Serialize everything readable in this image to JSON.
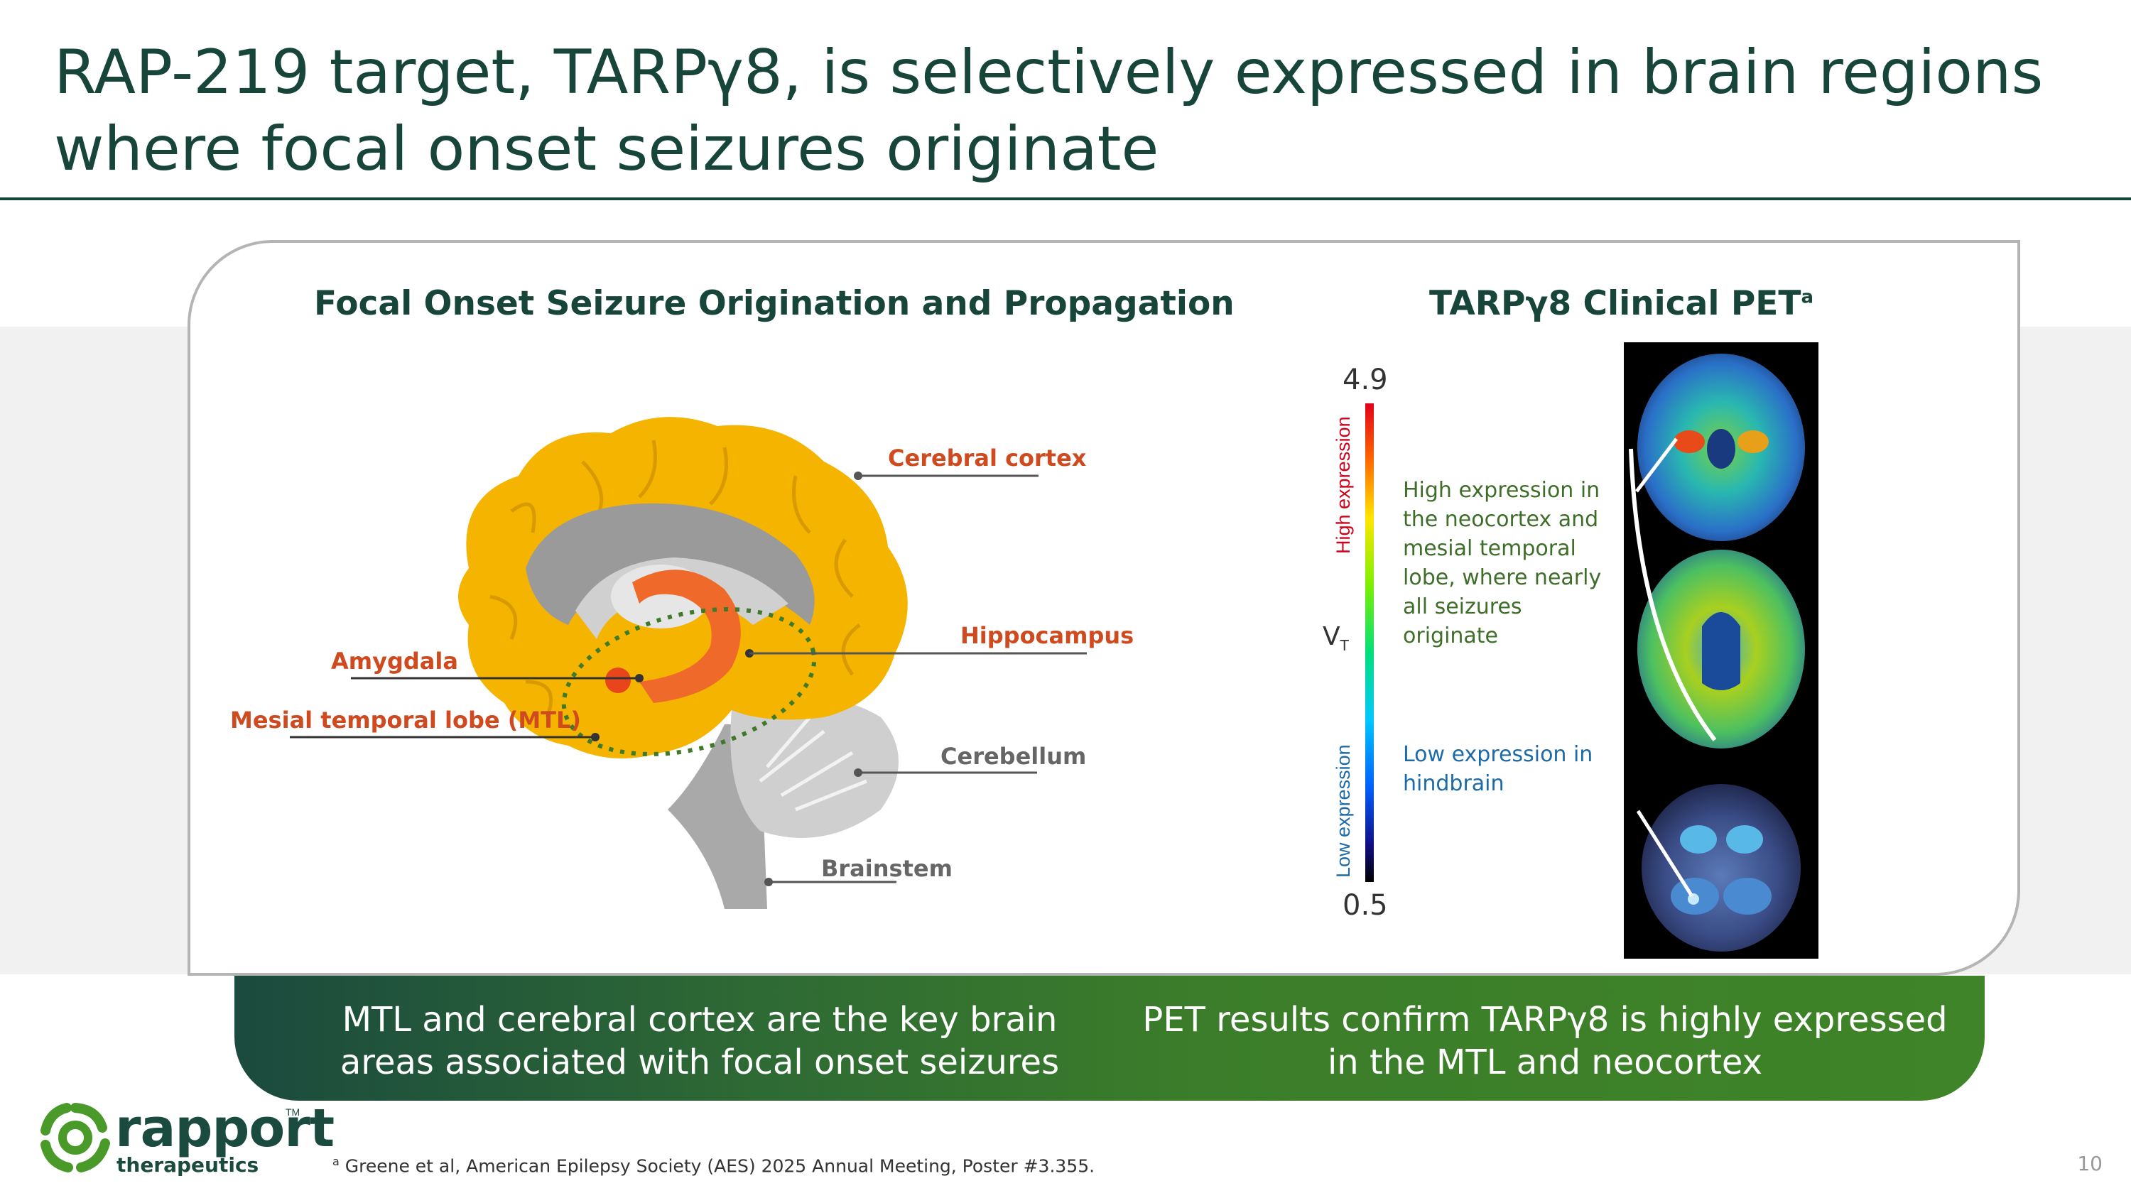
{
  "title": "RAP-219 target, TARPγ8, is selectively expressed in brain regions where focal onset seizures originate",
  "left_section": {
    "heading": "Focal Onset Seizure Origination and Propagation",
    "labels": {
      "cerebral_cortex": "Cerebral cortex",
      "hippocampus": "Hippocampus",
      "amygdala": "Amygdala",
      "mtl": "Mesial temporal lobe (MTL)",
      "cerebellum": "Cerebellum",
      "brainstem": "Brainstem"
    }
  },
  "right_section": {
    "heading": "TARPγ8 Clinical PET",
    "heading_sup": "a",
    "scale_max": "4.9",
    "scale_min": "0.5",
    "scale_label": "V",
    "scale_label_sub": "T",
    "high_label": "High expression",
    "low_label": "Low expression",
    "high_note": "High expression in the neocortex and mesial temporal lobe, where nearly all seizures originate",
    "low_note": "Low expression in hindbrain"
  },
  "banner": {
    "left": "MTL and cerebral cortex are the key brain areas associated with focal onset seizures",
    "right": "PET results confirm TARPγ8 is highly expressed in the MTL and neocortex"
  },
  "footnote_sup": "a",
  "footnote": "Greene et al, American Epilepsy Society (AES) 2025 Annual Meeting, Poster #3.355.",
  "page_number": "10",
  "logo": {
    "word": "rapport",
    "sub": "therapeutics",
    "tm": "TM"
  },
  "colors": {
    "title": "#17453a",
    "label_red": "#d04a1f",
    "brain_yellow": "#f5b400",
    "banner_green": "#3f8428"
  }
}
